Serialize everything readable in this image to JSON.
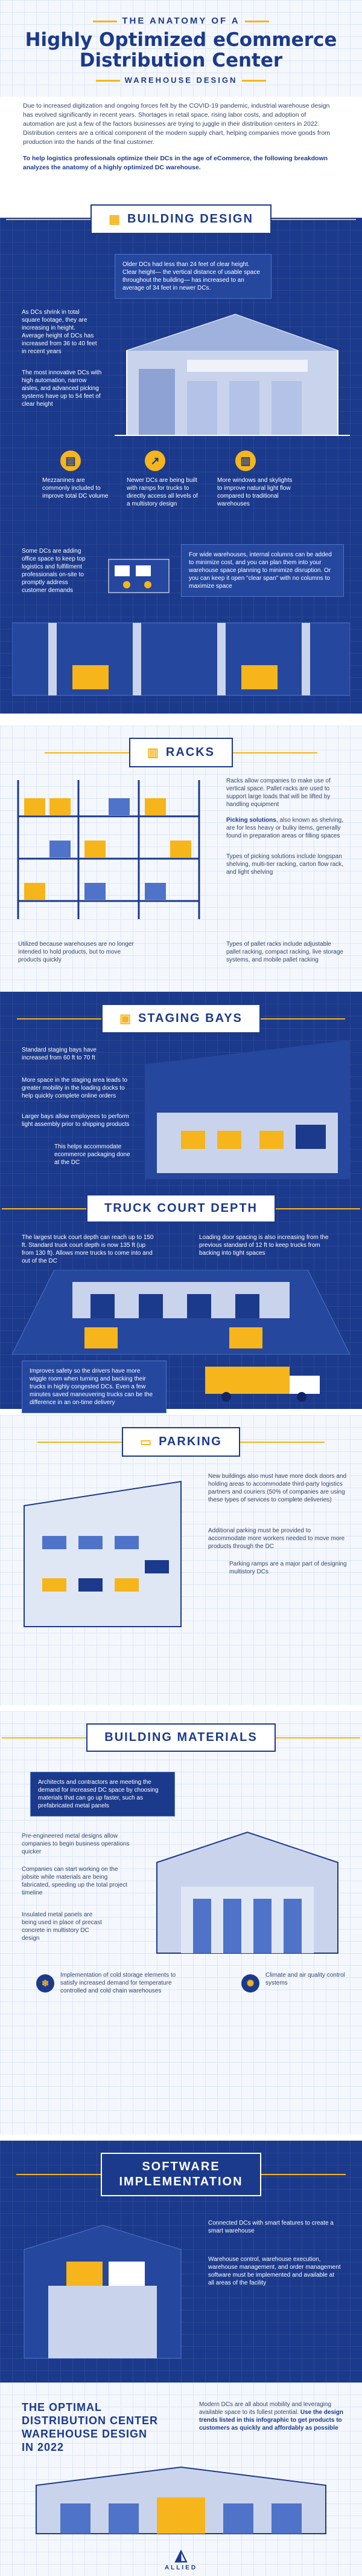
{
  "header": {
    "pre": "THE ANATOMY OF A",
    "title_line1": "Highly Optimized eCommerce",
    "title_line2": "Distribution Center",
    "sub": "WAREHOUSE DESIGN"
  },
  "intro": {
    "p1": "Due to increased digitization and ongoing forces felt by the COVID-19 pandemic, industrial warehouse design has evolved significantly in recent years. Shortages in retail space, rising labor costs, and adoption of automation are just a few of the factors businesses are trying to juggle in their distribution centers in 2022. Distribution centers are a critical component of the modern supply chart, helping companies move goods from production into the hands of the final customer.",
    "p2": "To help logistics professionals optimize their DCs in the age of eCommerce, the following breakdown analyzes the anatomy of a highly optimized DC warehouse."
  },
  "building": {
    "heading": "BUILDING DESIGN",
    "clear_height": "Older DCs had less than 24 feet of clear height. Clear height— the vertical distance of usable space throughout the building— has increased to an average of 34 feet in newer DCs.",
    "footage": "As DCs shrink in total square footage, they are increasing in height. Average height of DCs has increased from 36 to 40 feet in recent years",
    "automation": "The most innovative DCs with high automation, narrow aisles, and advanced picking systems have up to 54 feet of clear height",
    "mezzanines": "Mezzanines are commonly included to improve total DC volume",
    "ramps": "Newer DCs are being built with ramps for trucks to directly access all levels of a multistory design",
    "windows": "More windows and skylights to improve natural light flow compared to traditional warehouses",
    "office": "Some DCs are adding office space to keep top logistics and fulfillment professionals on-site to promptly address customer demands",
    "columns": "For wide warehouses, internal columns can be added to minimize cost, and you can plan them into your warehouse space planning to minimize disruption. Or you can keep it open \"clear span\" with no columns to maximize space"
  },
  "racks": {
    "heading": "RACKS",
    "vertical": "Racks allow companies to make use of vertical space. Pallet racks are used to support large loads that will be lifted by handling equipment",
    "picking_label": "Picking solutions",
    "picking": ", also known as shelving, are for less heavy or bulky items, generally found in preparation areas or filling spaces",
    "types": "Types of picking solutions include longspan shelving, multi-tier racking, carton flow rack, and light shelving",
    "utilized": "Utilized because warehouses are no longer intended to hold products, but to move products quickly",
    "pallet_types": "Types of pallet racks include adjustable pallet racking, compact racking, live storage systems, and mobile pallet racking"
  },
  "staging": {
    "heading": "STAGING BAYS",
    "depth": "Standard staging bays have increased from 60 ft to 70 ft",
    "more_space": "More space in the staging area leads to greater mobility in the loading docks to help quickly complete online orders",
    "larger": "Larger bays allow employees to perform light assembly prior to shipping products",
    "packaging": "This helps accommodate ecommerce packaging done at the DC",
    "truck_heading": "TRUCK COURT DEPTH",
    "court_depth": "The largest truck court depth can reach up to 150 ft. Standard truck court depth is now 135 ft (up from 130 ft). Allows more trucks to come into and out of the DC",
    "loading_door": "Loading door spacing is also increasing from the previous standard of 12 ft to keep trucks from backing into tight spaces",
    "safety": "Improves safety so the drivers have more wiggle room when turning and backing their trucks in highly congested DCs. Even a few minutes saved maneuvering trucks can be the difference in an on-time delivery"
  },
  "parking": {
    "heading": "PARKING",
    "p1": "New buildings also must have more dock doors and holding areas to accommodate third-party logistics partners and couriers (50% of companies are using these types of services to complete deliveries)",
    "p2": "Additional parking must be provided to accommodate more workers needed to move more products through the DC",
    "p3": "Parking ramps are a major part of designing multistory DCs"
  },
  "materials": {
    "heading": "BUILDING MATERIALS",
    "p1": "Architects and contractors are meeting the demand for increased DC space by choosing materials that can go up faster, such as prefabricated metal panels",
    "p2": "Pre-engineered metal designs allow companies to begin business operations quicker",
    "p3": "Companies can start working on the jobsite while materials are being fabricated, speeding up the total project timeline",
    "p4": "Insulated metal panels are being used in place of precast concrete in multistory DC design",
    "p5": "Implementation of cold storage elements to satisfy increased demand for temperature controlled and cold chain warehouses",
    "p6": "Climate and air quality control systems"
  },
  "software": {
    "heading_line1": "SOFTWARE",
    "heading_line2": "IMPLEMENTATION",
    "p1": "Connected DCs with smart features to create a smart warehouse",
    "p2": "Warehouse control, warehouse execution, warehouse management, and order management software must be implemented and available at all areas of the facility"
  },
  "optimal": {
    "line1": "THE OPTIMAL",
    "line2": "DISTRIBUTION CENTER",
    "line3": "WAREHOUSE DESIGN",
    "line4": "IN 2022",
    "text_normal": "Modern DCs are all about mobility and leveraging available space to its fullest potential. ",
    "text_bold": "Use the design trends listed in this infographic to get products to customers as quickly and affordably as possible",
    "logo": "ALLIED"
  },
  "colors": {
    "navy": "#1c3a8c",
    "accent": "#f5b51b",
    "light_blue": "#4f73c9"
  }
}
